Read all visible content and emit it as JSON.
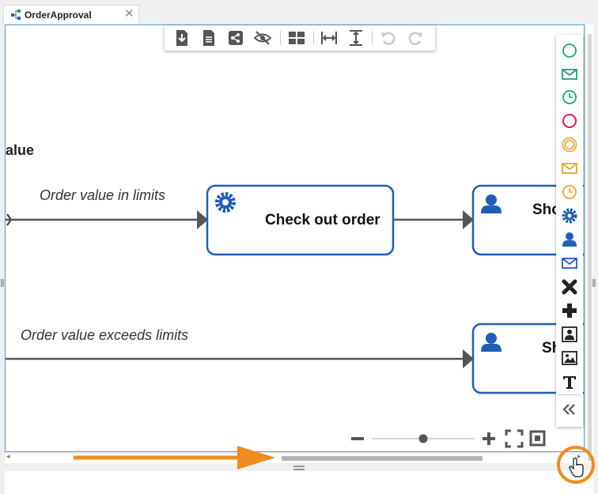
{
  "tab": {
    "title": "OrderApproval",
    "close_glyph": "✕"
  },
  "diagram": {
    "partial_label": "alue",
    "flow1_label": "Order value in limits",
    "flow2_label": "Order value exceeds limits",
    "task1_label": "Check out order",
    "task2_label": "Sho",
    "task3_label": "Sh"
  },
  "toolbar": {
    "buttons": [
      "download-icon",
      "document-icon",
      "share-icon",
      "hide-icon",
      "layout-grid-icon",
      "fit-width-icon",
      "fit-height-icon",
      "undo-icon",
      "redo-icon"
    ]
  },
  "palette": {
    "items": [
      "start-event-icon",
      "message-start-event-icon",
      "timer-start-event-icon",
      "end-event-icon",
      "intermediate-event-icon",
      "intermediate-message-event-icon",
      "intermediate-timer-event-icon",
      "service-task-icon",
      "user-task-icon",
      "send-task-icon",
      "exclusive-gateway-icon",
      "parallel-gateway-icon",
      "subprocess-icon",
      "image-icon",
      "text-annotation-icon",
      "collapse-palette-icon"
    ]
  },
  "zoom": {
    "level": 0.5
  },
  "colors": {
    "accent_blue": "#1f5fb8",
    "start_green": "#1aa37a",
    "end_red": "#e8174f",
    "intermediate_orange": "#f2a020",
    "annotation_orange": "#f08c1e",
    "flow_gray": "#555555"
  }
}
